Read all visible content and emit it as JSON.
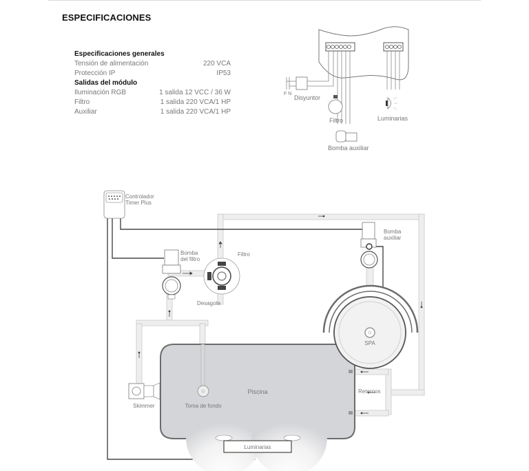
{
  "page": {
    "title": "ESPECIFICACIONES"
  },
  "specs": {
    "general_heading": "Especificaciones generales",
    "general": [
      {
        "label": "Tensión de alimentación",
        "value": "220 VCA"
      },
      {
        "label": "Protección IP",
        "value": "IP53"
      }
    ],
    "outputs_heading": "Salidas del módulo",
    "outputs": [
      {
        "label": "Iluminación RGB",
        "value": "1 salida 12 VCC / 36 W"
      },
      {
        "label": "Filtro",
        "value": "1 salida 220 VCA/1 HP"
      },
      {
        "label": "Auxiliar",
        "value": "1 salida 220 VCA/1 HP"
      }
    ]
  },
  "wiring": {
    "fn_label": "F N",
    "breaker": "Disyuntor",
    "filter": "Filtro",
    "aux_pump": "Bomba auxiliar",
    "lights": "Luminarias"
  },
  "install": {
    "controller_line1": "Controlador",
    "controller_line2": "Timer Plus",
    "filter_pump_line1": "Bomba",
    "filter_pump_line2": "del filtro",
    "filter": "Filtro",
    "drain": "Desagote",
    "aux_pump_line1": "Bomba",
    "aux_pump_line2": "auxiliar",
    "spa": "SPA",
    "skimmer": "Skimmer",
    "bottom_drain": "Toma de fondo",
    "pool": "Piscina",
    "returns": "Retornos",
    "lights": "Luminarias"
  },
  "colors": {
    "wire": "#4a4540",
    "pipe": "#eeeeee",
    "pipe_edge": "#c8c8c8",
    "pool": "#d4d5d8",
    "outline": "#6b6b6b"
  }
}
